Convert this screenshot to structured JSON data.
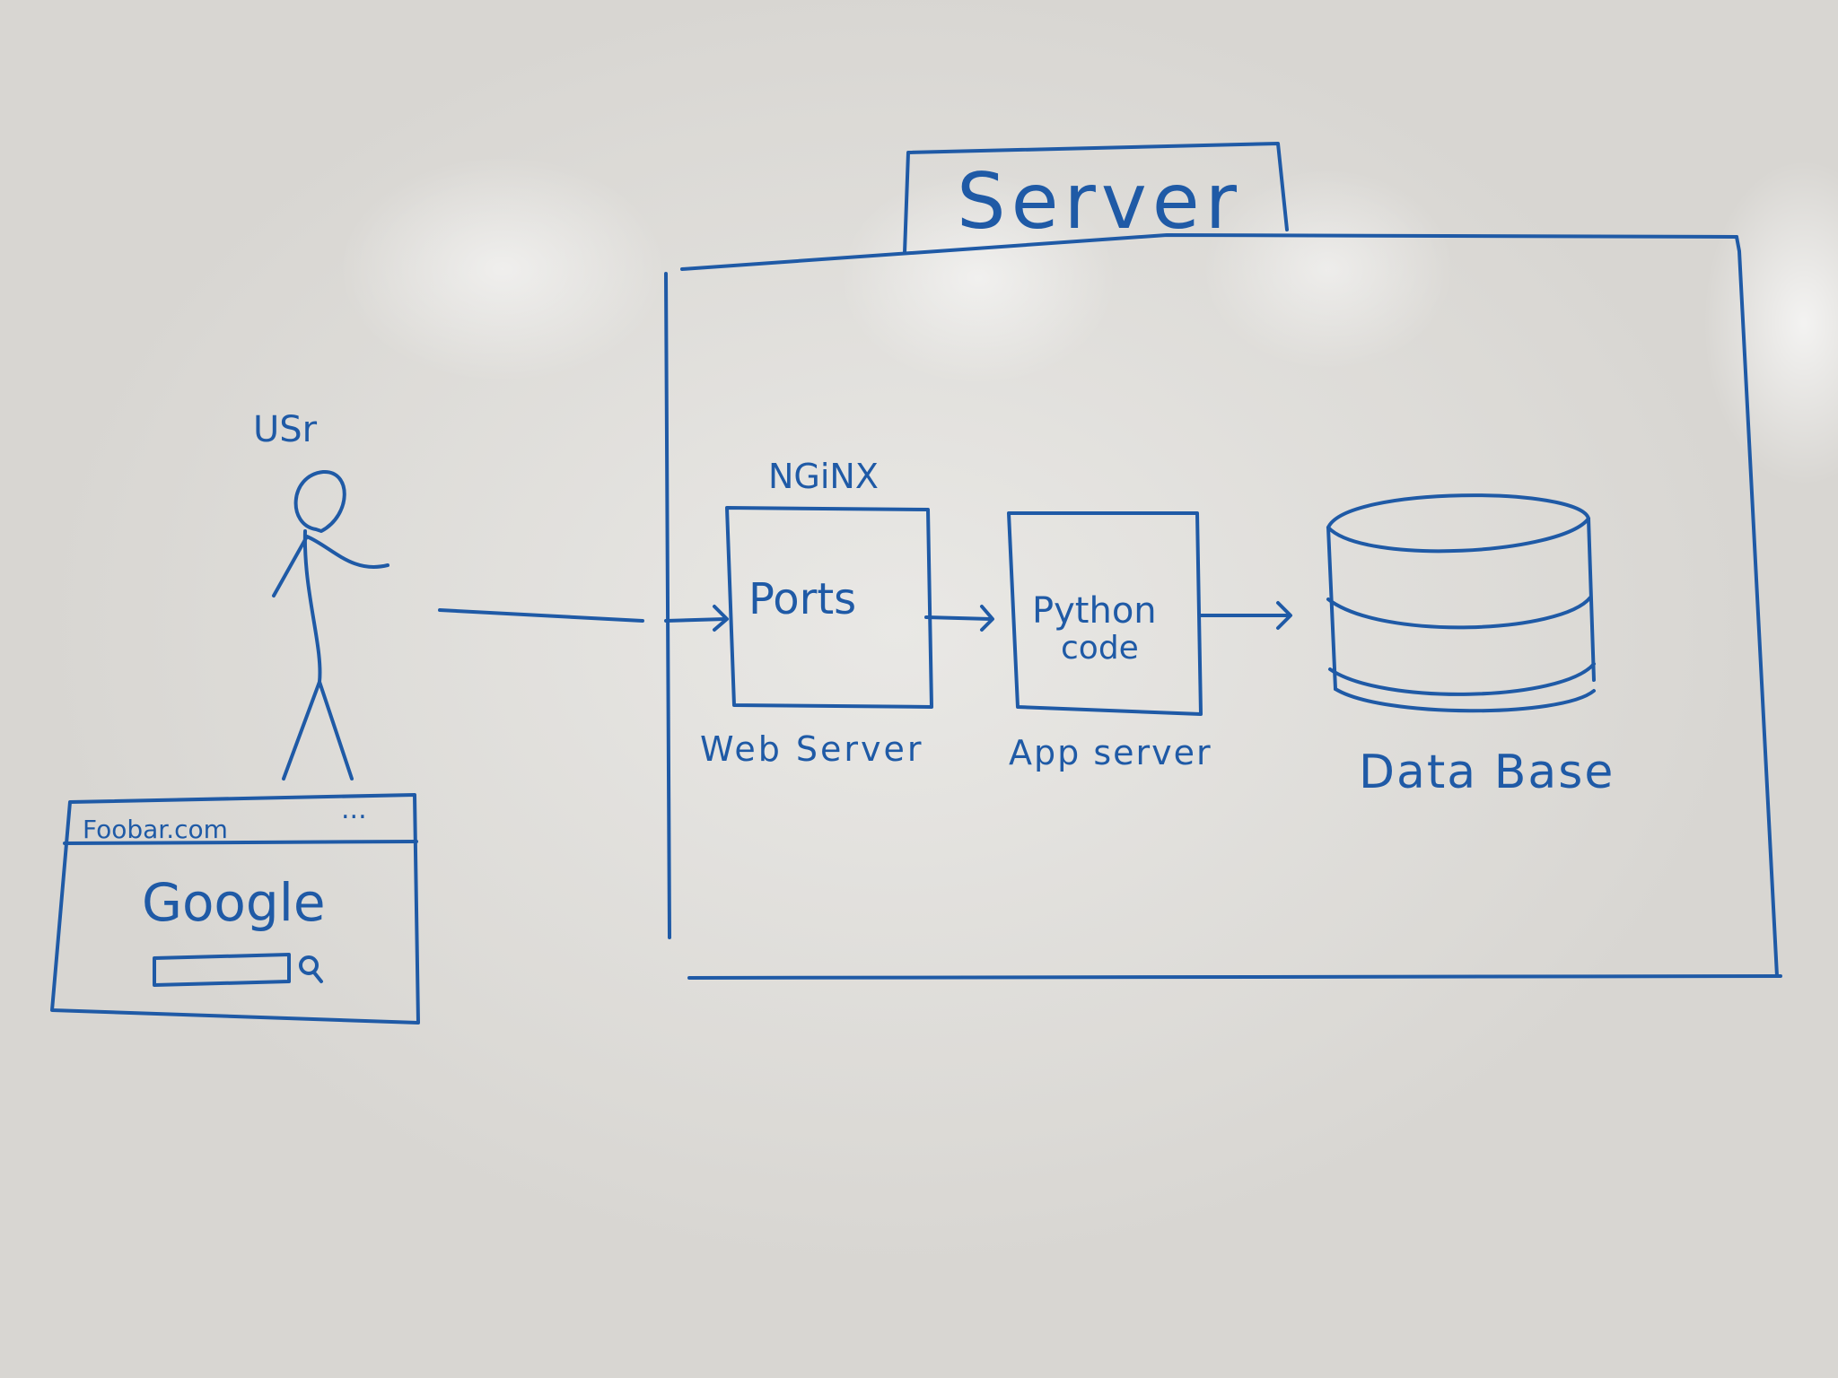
{
  "server_title": "Server",
  "user_label": "USr",
  "nginx_label": "NGiNX",
  "web_server": {
    "inner_label": "Ports",
    "caption": "Web Server"
  },
  "app_server": {
    "inner_label_line1": "Python",
    "inner_label_line2": "code",
    "caption": "App server"
  },
  "database": {
    "caption": "Data Base"
  },
  "browser": {
    "url": "Foobar.com",
    "menu_dots": "...",
    "logo": "Google"
  },
  "colors": {
    "ink": "#1f5aa6",
    "board": "#dcdad6"
  }
}
